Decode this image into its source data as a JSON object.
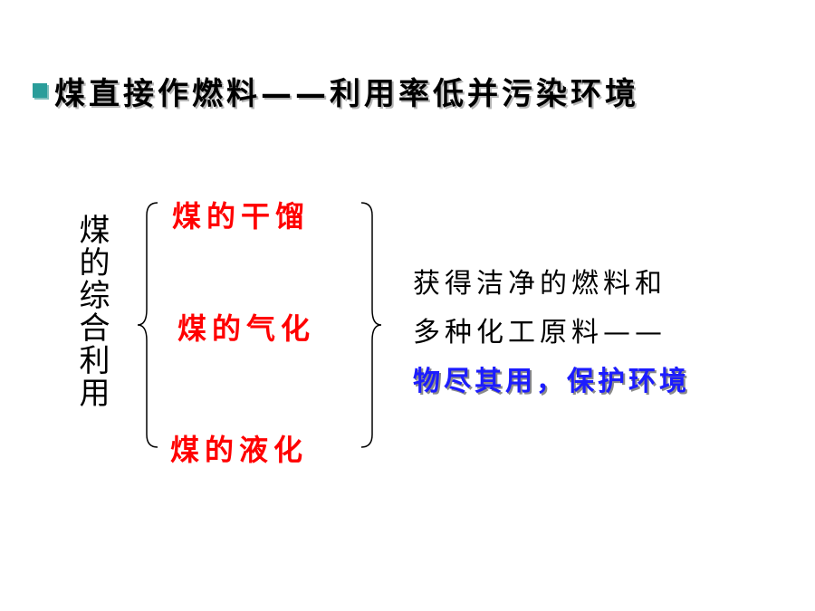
{
  "title": "煤直接作燃料——利用率低并污染环境",
  "vertical_label": "煤的综合利用",
  "methods": [
    "煤的干馏",
    "煤的气化",
    "煤的液化"
  ],
  "result_line1": "获得洁净的燃料和",
  "result_line2": "多种化工原料——",
  "slogan": "物尽其用，保护环境",
  "colors": {
    "bullet": "#2a9d9a",
    "method": "#ff0000",
    "slogan": "#1c1cff"
  }
}
